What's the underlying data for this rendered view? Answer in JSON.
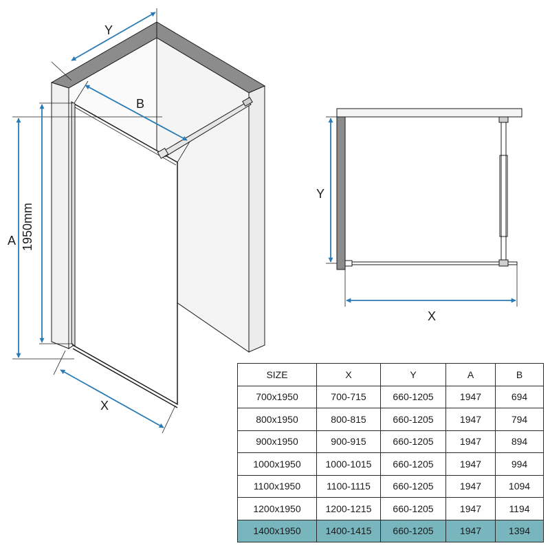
{
  "labels": {
    "iso_y": "Y",
    "iso_b": "B",
    "iso_a": "A",
    "iso_height": "1950mm",
    "iso_x": "X",
    "plan_y": "Y",
    "plan_x": "X"
  },
  "colors": {
    "dimension": "#2a7bb5",
    "wall_top": "#8c8c8c",
    "wall_face": "#f1f1f1",
    "line": "#1a1a1a",
    "highlight_row": "#79b5bd"
  },
  "table": {
    "headers": [
      "SIZE",
      "X",
      "Y",
      "A",
      "B"
    ],
    "rows": [
      [
        "700x1950",
        "700-715",
        "660-1205",
        "1947",
        "694"
      ],
      [
        "800x1950",
        "800-815",
        "660-1205",
        "1947",
        "794"
      ],
      [
        "900x1950",
        "900-915",
        "660-1205",
        "1947",
        "894"
      ],
      [
        "1000x1950",
        "1000-1015",
        "660-1205",
        "1947",
        "994"
      ],
      [
        "1100x1950",
        "1100-1115",
        "660-1205",
        "1947",
        "1094"
      ],
      [
        "1200x1950",
        "1200-1215",
        "660-1205",
        "1947",
        "1194"
      ],
      [
        "1400x1950",
        "1400-1415",
        "660-1205",
        "1947",
        "1394"
      ]
    ],
    "highlighted_row": 6
  }
}
